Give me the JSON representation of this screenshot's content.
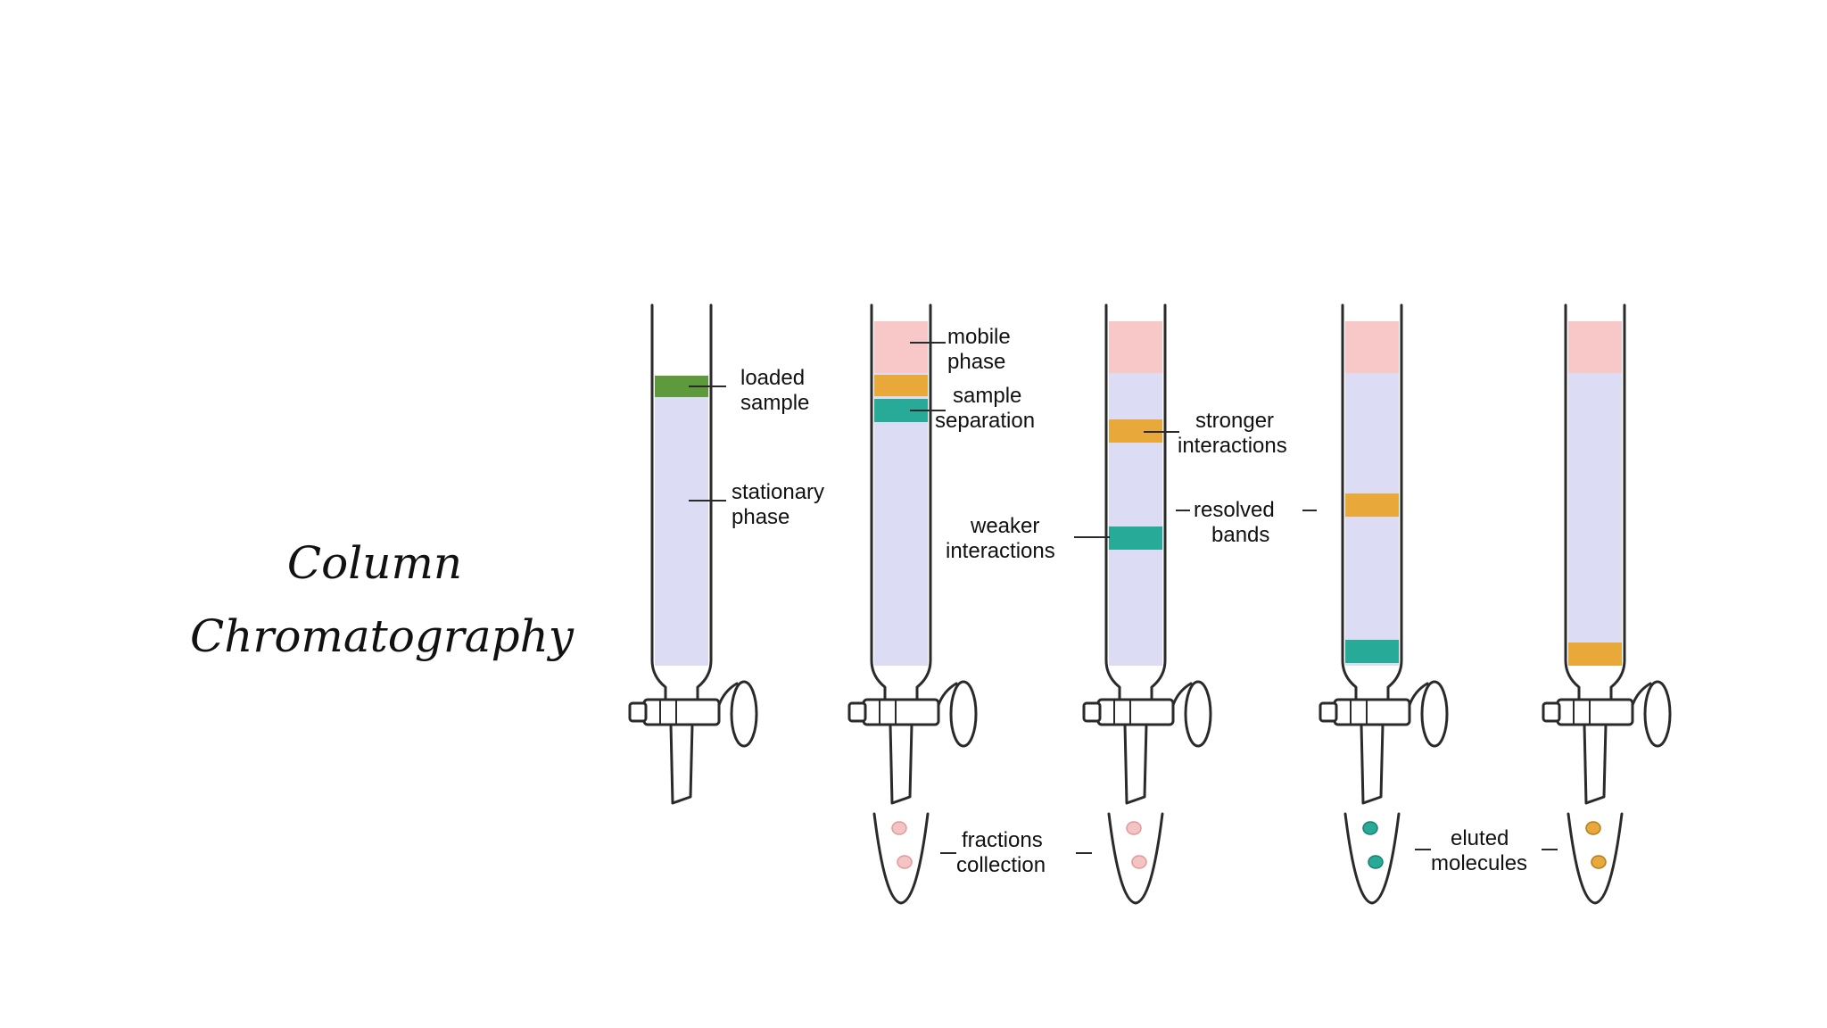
{
  "title": {
    "line1": "Column",
    "line2": "Chromatography"
  },
  "labels": {
    "loaded_sample": [
      "loaded",
      "sample"
    ],
    "stationary_phase": [
      "stationary",
      "phase"
    ],
    "mobile_phase": [
      "mobile",
      "phase"
    ],
    "sample_separation": [
      "sample",
      "separation"
    ],
    "stronger_interactions": [
      "stronger",
      "interactions"
    ],
    "weaker_interactions": [
      "weaker",
      "interactions"
    ],
    "resolved_bands": [
      "resolved",
      "bands"
    ],
    "fractions_collection": [
      "fractions",
      "collection"
    ],
    "eluted_molecules": [
      "eluted",
      "molecules"
    ]
  },
  "colors": {
    "stationary_phase": "#dcdcf4",
    "mobile_phase": "#f8c8c8",
    "loaded_sample": "#5e9a3c",
    "orange_band": "#e8a93a",
    "teal_band": "#27ab98",
    "glass_outline": "#2a2a2a"
  },
  "columns": [
    {
      "id": "column-1",
      "mobile_phase": false,
      "bands": [
        {
          "color": "loaded_sample"
        }
      ],
      "collector": null
    },
    {
      "id": "column-2",
      "mobile_phase": true,
      "bands": [
        {
          "color": "orange_band"
        },
        {
          "color": "teal_band"
        }
      ],
      "collector": "pink"
    },
    {
      "id": "column-3",
      "mobile_phase": true,
      "bands": [
        {
          "color": "orange_band"
        },
        {
          "color": "teal_band"
        }
      ],
      "collector": "pink"
    },
    {
      "id": "column-4",
      "mobile_phase": true,
      "bands": [
        {
          "color": "orange_band"
        },
        {
          "color": "teal_band"
        }
      ],
      "collector": "teal"
    },
    {
      "id": "column-5",
      "mobile_phase": true,
      "bands": [
        {
          "color": "orange_band"
        }
      ],
      "collector": "orange"
    }
  ]
}
